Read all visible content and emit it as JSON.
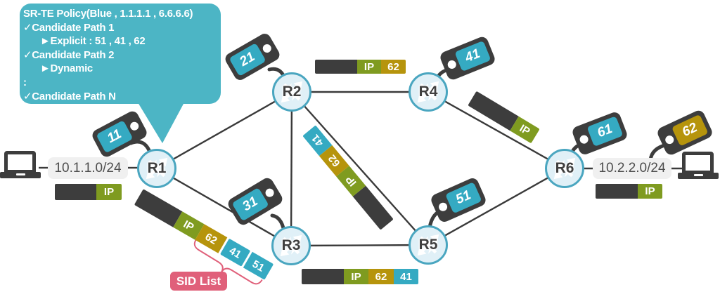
{
  "policy_bubble": {
    "title": "SR-TE Policy(Blue , 1.1.1.1 , 6.6.6.6)",
    "lines": [
      "✓Candidate Path 1",
      "►Explicit : 51 , 41 , 62",
      "✓Candidate Path 2",
      "►Dynamic",
      ":",
      "✓Candidate Path N"
    ]
  },
  "routers": {
    "r1": "R1",
    "r2": "R2",
    "r3": "R3",
    "r4": "R4",
    "r5": "R5",
    "r6": "R6"
  },
  "sid_tags": {
    "r1": "11",
    "r2": "21",
    "r3": "31",
    "r4": "41",
    "r5": "51",
    "r6": "61",
    "lan_right": "62"
  },
  "networks": {
    "left": "10.1.1.0/24",
    "right": "10.2.2.0/24"
  },
  "packets": {
    "lan_left": {
      "segments": [
        "",
        "IP"
      ]
    },
    "r2_r4": {
      "segments": [
        "",
        "IP",
        "62"
      ]
    },
    "r1_r3": {
      "segments": [
        "",
        "IP",
        "62",
        "41",
        "51"
      ]
    },
    "r2_r5": {
      "segments": [
        "",
        "IP",
        "62",
        "41"
      ]
    },
    "r3_r5": {
      "segments": [
        "",
        "IP",
        "62",
        "41"
      ]
    },
    "r4_r6": {
      "segments": [
        "",
        "IP"
      ]
    },
    "lan_right": {
      "segments": [
        "",
        "IP"
      ]
    }
  },
  "sid_list": {
    "label": "SID List"
  },
  "colors": {
    "bubble_teal": "#4cb5c5",
    "tag_teal": "#35aac2",
    "gold": "#b6940c",
    "olive_ip": "#7f9b20",
    "dark": "#3d3d3d",
    "pink": "#e0607a",
    "router_fill": "#e0f0f7",
    "router_border": "#4aa6c0"
  }
}
